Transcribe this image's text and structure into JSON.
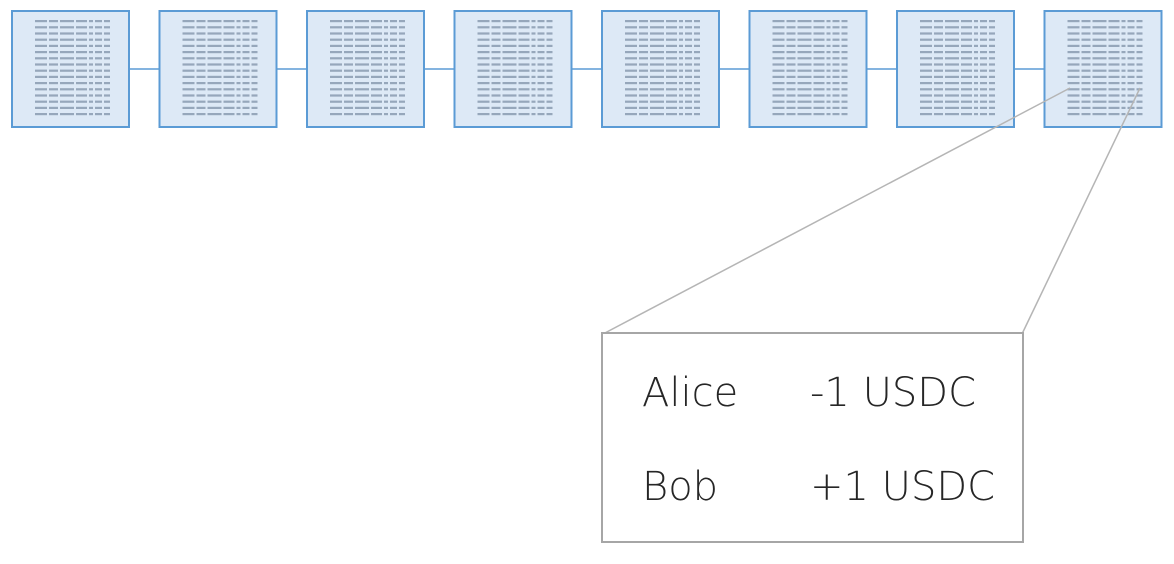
{
  "diagram": {
    "block_count": 8,
    "tx_lines_per_block": 16,
    "colors": {
      "block_fill": "#dde9f6",
      "block_border": "#5b9bd5",
      "chain_link": "#5b9bd5",
      "zoom_line": "#b5b5b5",
      "detail_border": "#a6a6a6",
      "text": "#262626"
    },
    "transactions": [
      {
        "party": "Alice",
        "amount": "-1 USDC"
      },
      {
        "party": "Bob",
        "amount": "+1 USDC"
      }
    ]
  }
}
